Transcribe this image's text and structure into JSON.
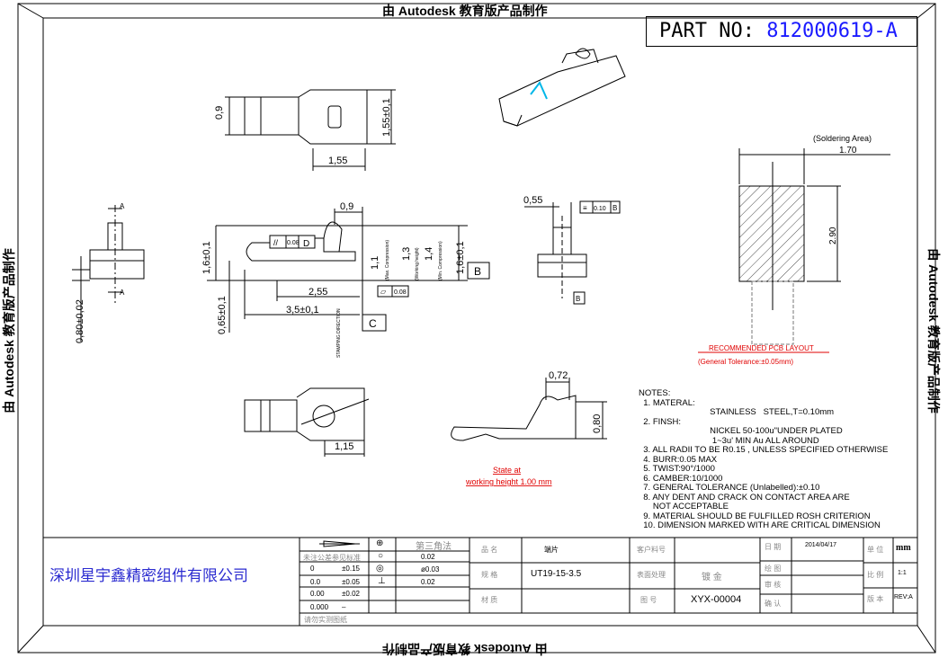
{
  "watermark": "由 Autodesk 教育版产品制作",
  "part_no": {
    "label": "PART NO:",
    "value": "812000619-A"
  },
  "company": "深圳星宇鑫精密组件有限公司",
  "views": {
    "top_view": {
      "dim_height": "0,9",
      "dim_width": "1,55",
      "dim_right": "1,55±0,1"
    },
    "end_view": {
      "section": "A",
      "dim_height": "0,80±0,02"
    },
    "side_view": {
      "dim_top": "0,9",
      "dim_left_height": "1,6±0,1",
      "dim_right_height": "1,6±0,1",
      "dim_base": "0,65±0,1",
      "dim_2_55": "2,55",
      "dim_3_5": "3,5±0,1",
      "dim_1_1": "1,1",
      "dim_1_1_note": "(Max. Compression)",
      "dim_1_3": "1,3",
      "dim_1_3_note": "(Working height)",
      "dim_1_4": "1,4",
      "dim_1_4_note": "(Min. Compression)",
      "parallel_symbol": "//",
      "parallel_tol": "0.08",
      "parallel_datum": "D",
      "flatness_tol": "0.08",
      "datum_b": "B",
      "datum_c": "C",
      "stamping": "STAMPING DIRECTION"
    },
    "front_view": {
      "dim_width": "0,55",
      "sym_tol": "0.10",
      "sym_datum": "B",
      "datum_b": "B"
    },
    "bottom_view": {
      "dim_width": "1,15"
    },
    "working_view": {
      "dim_width": "0,72",
      "dim_height": "0,80",
      "caption_1": "State at",
      "caption_2": "working height 1.00 mm"
    },
    "pcb_layout": {
      "soldering": "(Soldering Area)",
      "dim_width": "1.70",
      "dim_height": "2.90",
      "title": "RECOMMENDED  PCB LAYOUT",
      "tolerance": "(General Tolerance:±0.05mm)"
    }
  },
  "notes": {
    "title": "NOTES:",
    "lines": [
      "  1. MATERAL:",
      "                              STAINLESS   STEEL,T=0.10mm",
      "  2. FINSH:",
      "                              NICKEL 50-100u\"UNDER PLATED",
      "                               1~3u' MIN Au ALL AROUND",
      "  3. ALL RADII TO BE R0.15 , UNLESS SPECIFIED OTHERWISE",
      "  4. BURR:0.05 MAX",
      "  5. TWIST:90°/1000",
      "  6. CAMBER:10/1000",
      "  7. GENERAL TOLERANCE (Unlabelled):±0.10",
      "  8. ANY DENT AND CRACK ON CONTACT AREA ARE",
      "      NOT ACCEPTABLE",
      "  9. MATERIAL SHOULD BE FULFILLED ROSH CRITERION",
      "  10. DIMENSION MARKED WITH ARE CRITICAL DIMENSION"
    ]
  },
  "title_block": {
    "projection": "第三角法",
    "tol_note": "未注公差参见标准",
    "tol_rows": [
      {
        "digits": "0",
        "tol": "±0.15"
      },
      {
        "digits": "0.0",
        "tol": "±0.05"
      },
      {
        "digits": "0.00",
        "tol": "±0.02"
      },
      {
        "digits": "0.000",
        "tol": "–"
      }
    ],
    "gdt": [
      {
        "symbol": "○",
        "value": "0.02"
      },
      {
        "symbol": "◎",
        "value": "ø0.03"
      },
      {
        "symbol": "⊥",
        "value": "0.02"
      }
    ],
    "footer": "请勿实测图纸",
    "product_name_label": "品  名",
    "product_name": "端片",
    "spec_label": "规  格",
    "spec": "UT19-15-3.5",
    "material_label": "材  质",
    "customer_no_label": "客户料号",
    "surface_label": "表面处理",
    "surface": "镀  金",
    "drawing_no_label": "图  号",
    "drawing_no": "XYX-00004",
    "date_label": "日  期",
    "date": "2014/04/17",
    "drawn_label": "绘  图",
    "check_label": "审  核",
    "confirm_label": "确  认",
    "unit_label": "单  位",
    "unit": "mm",
    "scale_label": "比  例",
    "scale": "1:1",
    "version_label": "版  本",
    "version": "REV:A"
  }
}
